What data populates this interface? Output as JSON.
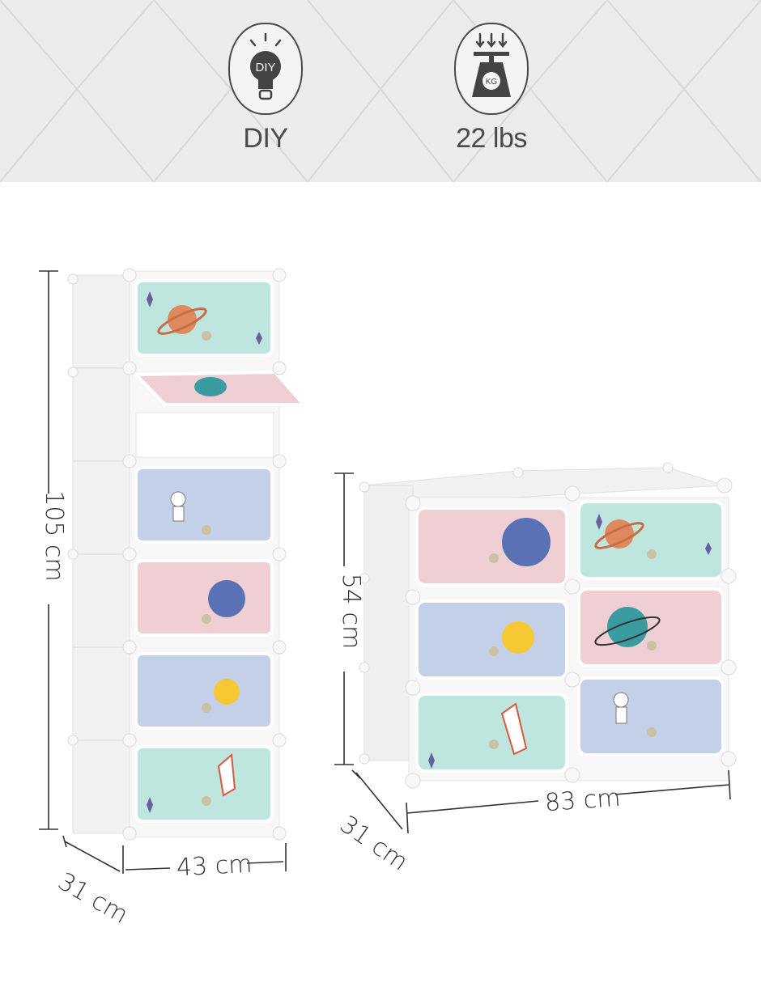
{
  "features": [
    {
      "icon": "diy-bulb-icon",
      "badge": "DIY",
      "label": "DIY"
    },
    {
      "icon": "weight-scale-icon",
      "badge": "KG",
      "label": "22 lbs"
    }
  ],
  "tall_unit": {
    "height_label": "105 cm",
    "width_label": "43 cm",
    "depth_label": "31 cm"
  },
  "wide_unit": {
    "height_label": "54 cm",
    "width_label": "83 cm",
    "depth_label": "31 cm"
  },
  "colors": {
    "teal": "#bfe6de",
    "pink": "#efcfd3",
    "blue": "#c4cfe8",
    "frame": "#f3f3f3"
  }
}
